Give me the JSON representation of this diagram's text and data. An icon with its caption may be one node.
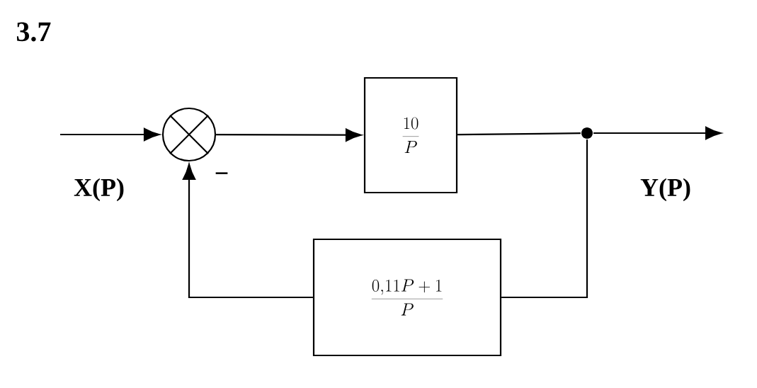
{
  "diagram": {
    "title": "3.7",
    "nodes": [
      {
        "text": [],
        "shape": "circle"
      },
      {
        "text": [
          "\\frac{10}{P}"
        ]
      },
      {
        "text": [
          "\\frac{0{,}11P+1}{P}"
        ]
      },
      {
        "text": [],
        "shape": "circle"
      }
    ],
    "edges": [
      {
        "from": null,
        "to": 0,
        "arrow": "to",
        "label": "X(P)"
      },
      {
        "from": 0,
        "to": 1,
        "arrow": "to"
      },
      {
        "from": 1,
        "to": 3,
        "arrow": "none"
      },
      {
        "from": 3,
        "to": null,
        "arrow": "to",
        "label": "Y(P)"
      },
      {
        "from": 3,
        "to": 2,
        "arrow": "none"
      },
      {
        "from": 2,
        "to": 0,
        "arrow": "to"
      }
    ],
    "labels": [
      "−"
    ]
  }
}
